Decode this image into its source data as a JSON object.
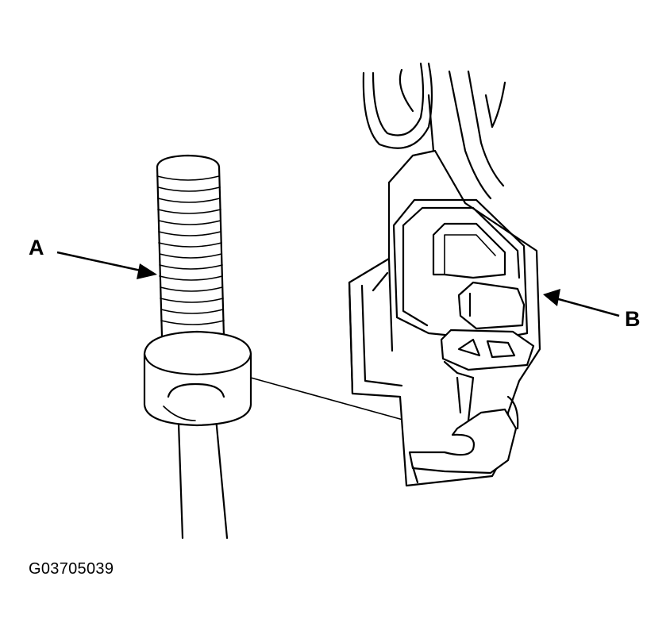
{
  "callouts": {
    "a": "A",
    "b": "B"
  },
  "figure_id": "G03705039",
  "parts": {
    "bolt_icon": "bolt-icon",
    "connector_icon": "connector-icon"
  }
}
